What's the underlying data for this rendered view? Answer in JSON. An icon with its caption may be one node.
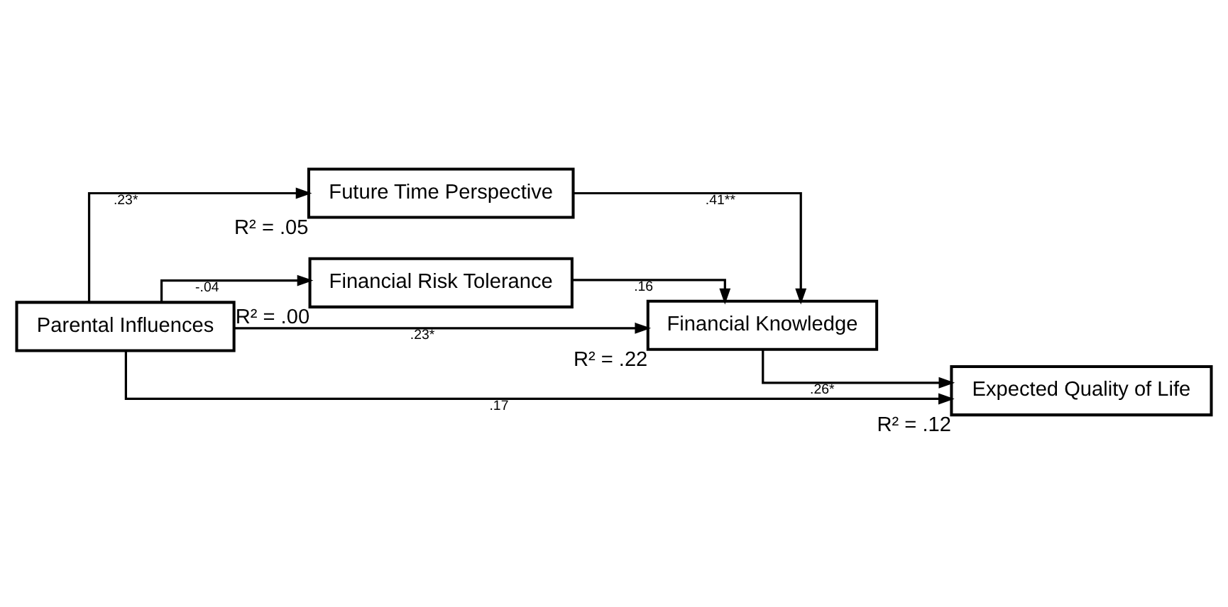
{
  "diagram": {
    "nodes": [
      {
        "text": [
          "Parental Influences"
        ]
      },
      {
        "text": [
          "Future Time Perspective"
        ],
        "beside": [
          "R² = .05"
        ]
      },
      {
        "text": [
          "Financial Risk Tolerance"
        ],
        "beside": [
          "R² = .00"
        ]
      },
      {
        "text": [
          "Financial Knowledge"
        ],
        "beside": [
          "R² = .22"
        ]
      },
      {
        "text": [
          "Expected Quality of Life"
        ],
        "beside": [
          "R² = .12"
        ]
      }
    ],
    "edges": [
      {
        "from": 0,
        "to": 1,
        "arrow": "to",
        "label": ".23*"
      },
      {
        "from": 0,
        "to": 3,
        "arrow": "to",
        "label": ".23*"
      },
      {
        "from": 0,
        "to": 2,
        "arrow": "to",
        "label": "-.04"
      },
      {
        "from": 1,
        "to": 3,
        "arrow": "to",
        "label": ".41**"
      },
      {
        "from": 2,
        "to": 3,
        "arrow": "to",
        "label": ".16"
      },
      {
        "from": 3,
        "to": 4,
        "arrow": "to",
        "label": ".26*"
      },
      {
        "from": 0,
        "to": 4,
        "arrow": "to",
        "label": ".17"
      }
    ]
  }
}
